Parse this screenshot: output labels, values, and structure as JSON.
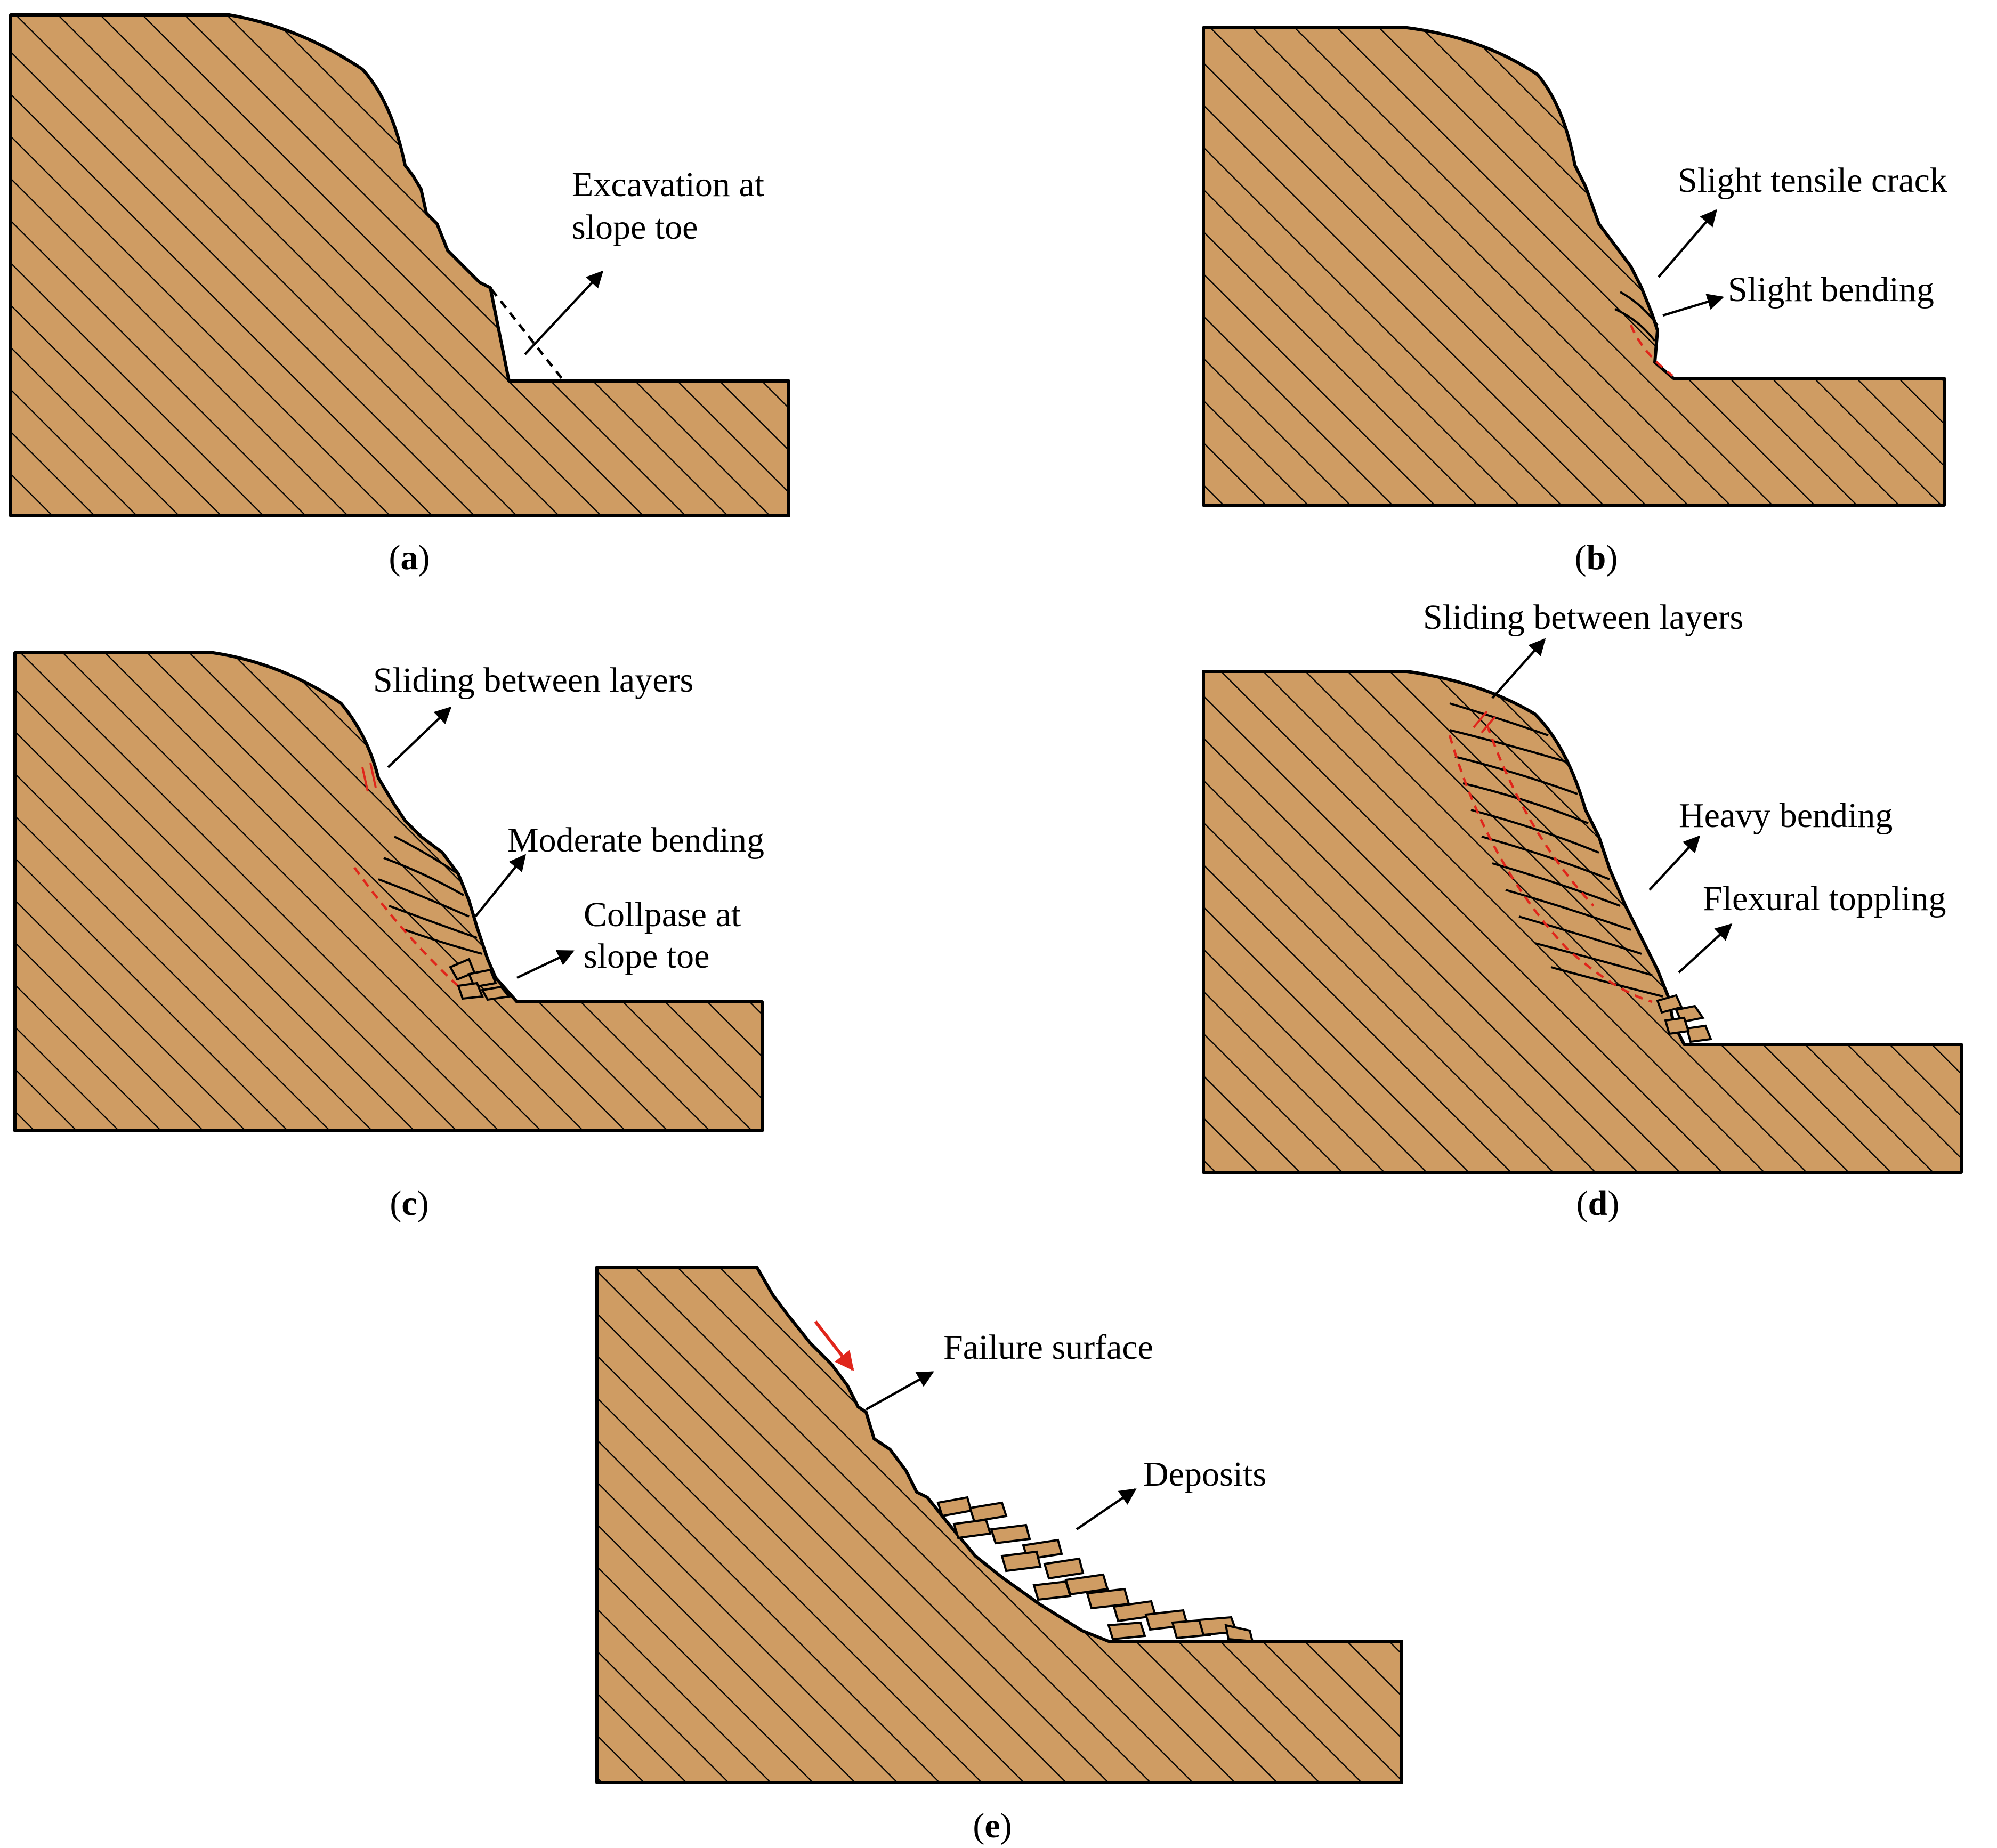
{
  "colors": {
    "rock_fill": "#cf9c63",
    "hatch_line": "#000000",
    "failure_marks": "#e0251b",
    "background": "#ffffff"
  },
  "panels": [
    {
      "id": "a",
      "caption": {
        "open": "(",
        "letter": "a",
        "close": ")"
      },
      "annotations": [
        {
          "lines": [
            "Excavation at",
            "slope toe"
          ]
        }
      ]
    },
    {
      "id": "b",
      "caption": {
        "open": "(",
        "letter": "b",
        "close": ")"
      },
      "annotations": [
        {
          "lines": [
            "Slight tensile crack"
          ]
        },
        {
          "lines": [
            "Slight bending"
          ]
        }
      ]
    },
    {
      "id": "c",
      "caption": {
        "open": "(",
        "letter": "c",
        "close": ")"
      },
      "annotations": [
        {
          "lines": [
            "Sliding between layers"
          ]
        },
        {
          "lines": [
            "Moderate bending"
          ]
        },
        {
          "lines": [
            "Collpase at",
            "slope toe"
          ]
        }
      ]
    },
    {
      "id": "d",
      "caption": {
        "open": "(",
        "letter": "d",
        "close": ")"
      },
      "annotations": [
        {
          "lines": [
            "Sliding between layers"
          ]
        },
        {
          "lines": [
            "Heavy bending"
          ]
        },
        {
          "lines": [
            "Flexural toppling"
          ]
        }
      ]
    },
    {
      "id": "e",
      "caption": {
        "open": "(",
        "letter": "e",
        "close": ")"
      },
      "annotations": [
        {
          "lines": [
            "Failure surface"
          ]
        },
        {
          "lines": [
            "Deposits"
          ]
        }
      ]
    }
  ]
}
